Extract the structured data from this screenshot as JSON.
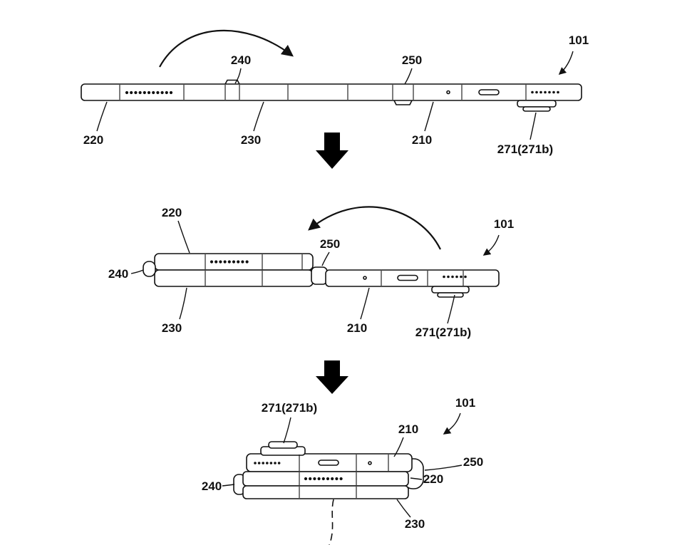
{
  "colors": {
    "line": "#111111",
    "background": "#ffffff",
    "solid_arrow_fill": "#000000"
  },
  "figure": {
    "stage1": {
      "ref_240": "240",
      "ref_250": "250",
      "ref_101": "101",
      "ref_220": "220",
      "ref_230": "230",
      "ref_210": "210",
      "ref_271": "271(271b)"
    },
    "stage2": {
      "ref_220": "220",
      "ref_250": "250",
      "ref_101": "101",
      "ref_240": "240",
      "ref_230": "230",
      "ref_210": "210",
      "ref_271": "271(271b)"
    },
    "stage3": {
      "ref_271": "271(271b)",
      "ref_101": "101",
      "ref_210": "210",
      "ref_250": "250",
      "ref_220": "220",
      "ref_240": "240",
      "ref_230": "230"
    }
  }
}
